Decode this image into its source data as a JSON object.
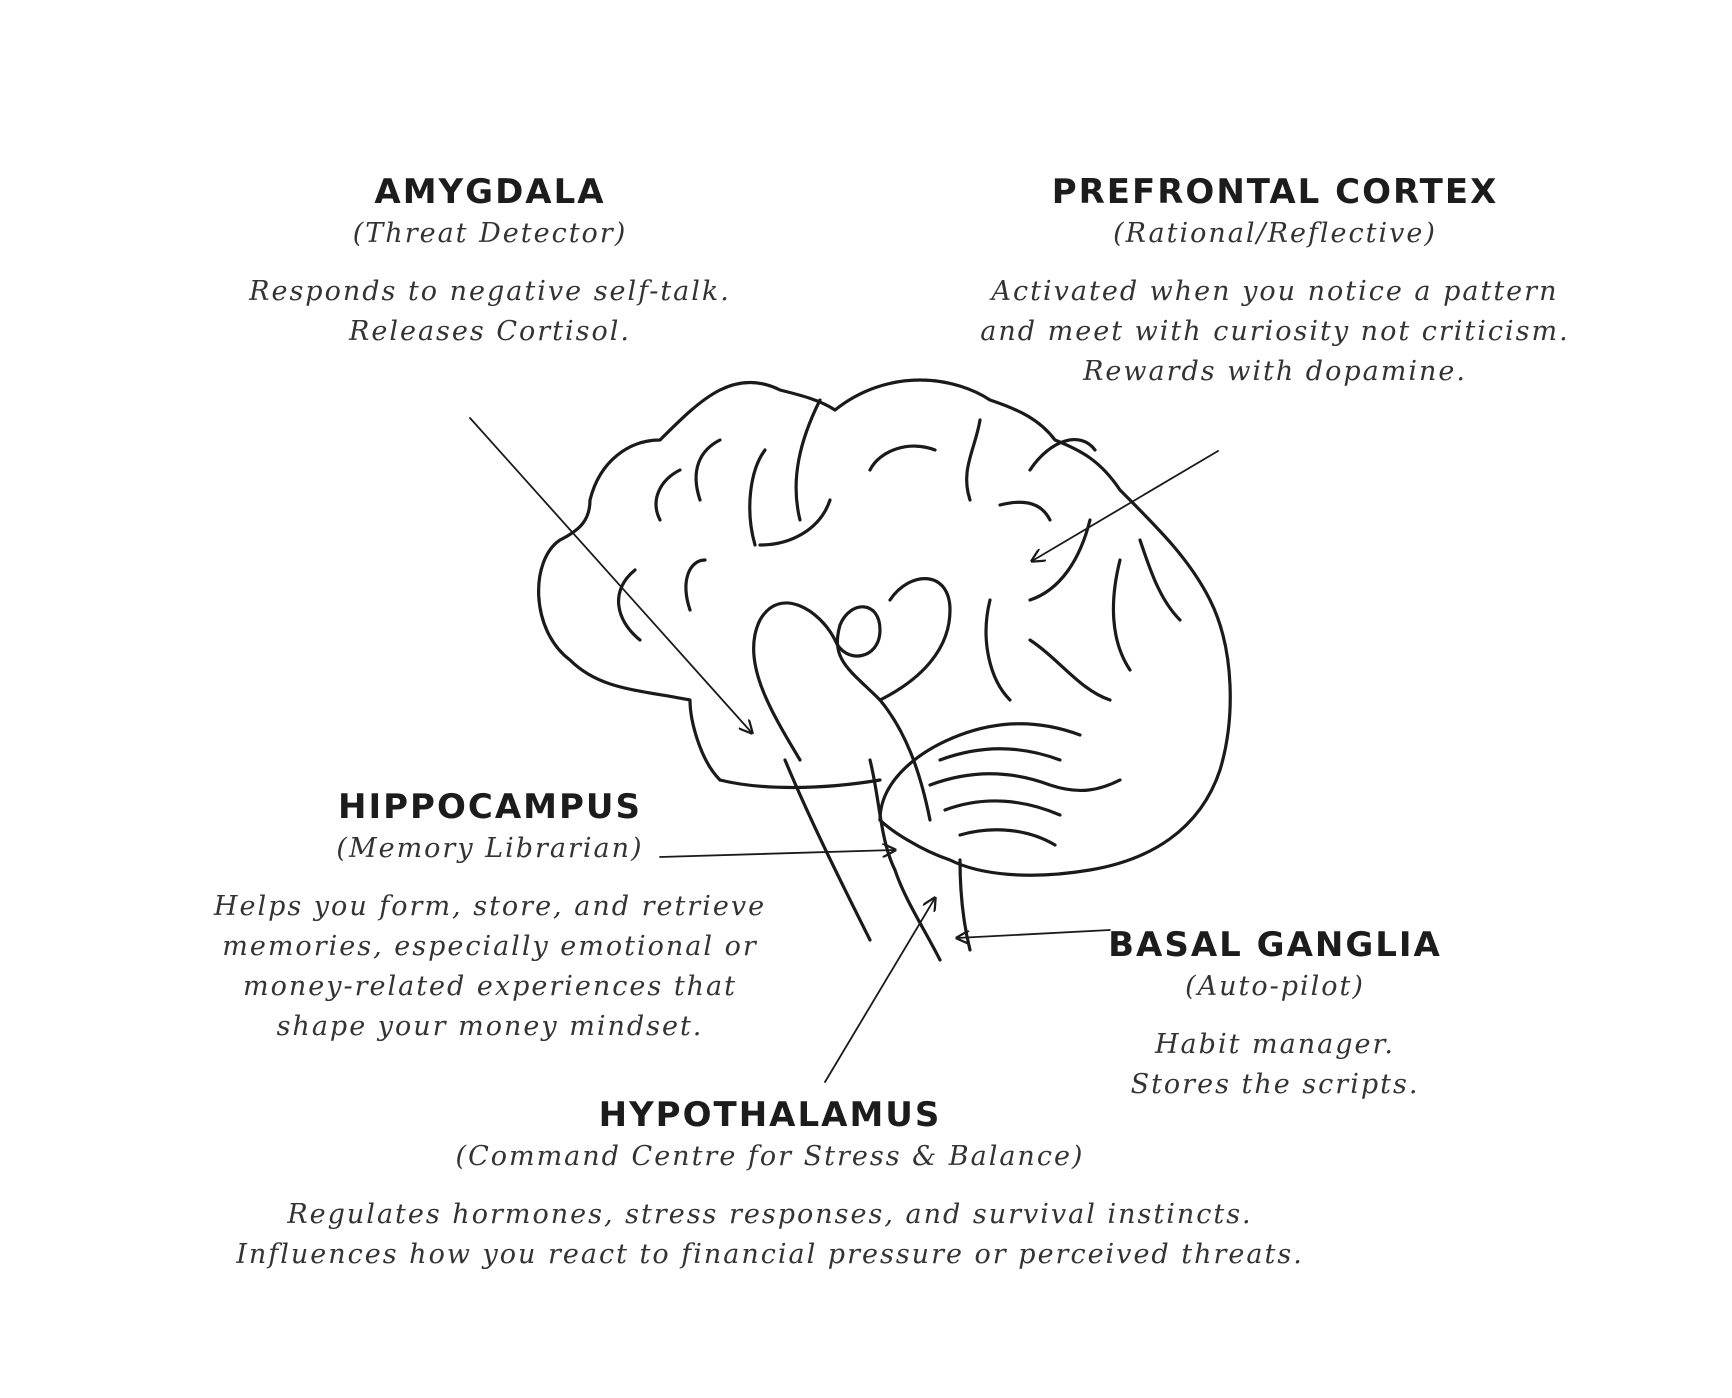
{
  "colors": {
    "ink": "#1a1a1a",
    "text": "#333333",
    "background": "#ffffff"
  },
  "labels": {
    "amygdala": {
      "title": "AMYGDALA",
      "subtitle": "(Threat Detector)",
      "lines": [
        "Responds to negative self-talk.",
        "Releases Cortisol."
      ]
    },
    "prefrontal": {
      "title": "PREFRONTAL CORTEX",
      "subtitle": "(Rational/Reflective)",
      "lines": [
        "Activated when you notice a pattern",
        "and meet with curiosity not criticism.",
        "Rewards with dopamine."
      ]
    },
    "hippocampus": {
      "title": "HIPPOCAMPUS",
      "subtitle": "(Memory Librarian)",
      "lines": [
        "Helps you form, store, and retrieve",
        "memories, especially emotional or",
        "money-related experiences that",
        "shape your money mindset."
      ]
    },
    "basal": {
      "title": "BASAL GANGLIA",
      "subtitle": "(Auto-pilot)",
      "lines": [
        "Habit manager.",
        "Stores the scripts."
      ]
    },
    "hypothalamus": {
      "title": "HYPOTHALAMUS",
      "subtitle": "(Command Centre for Stress & Balance)",
      "lines": [
        "Regulates hormones, stress responses, and survival instincts.",
        "Influences how you react to financial pressure or perceived threats."
      ]
    }
  }
}
